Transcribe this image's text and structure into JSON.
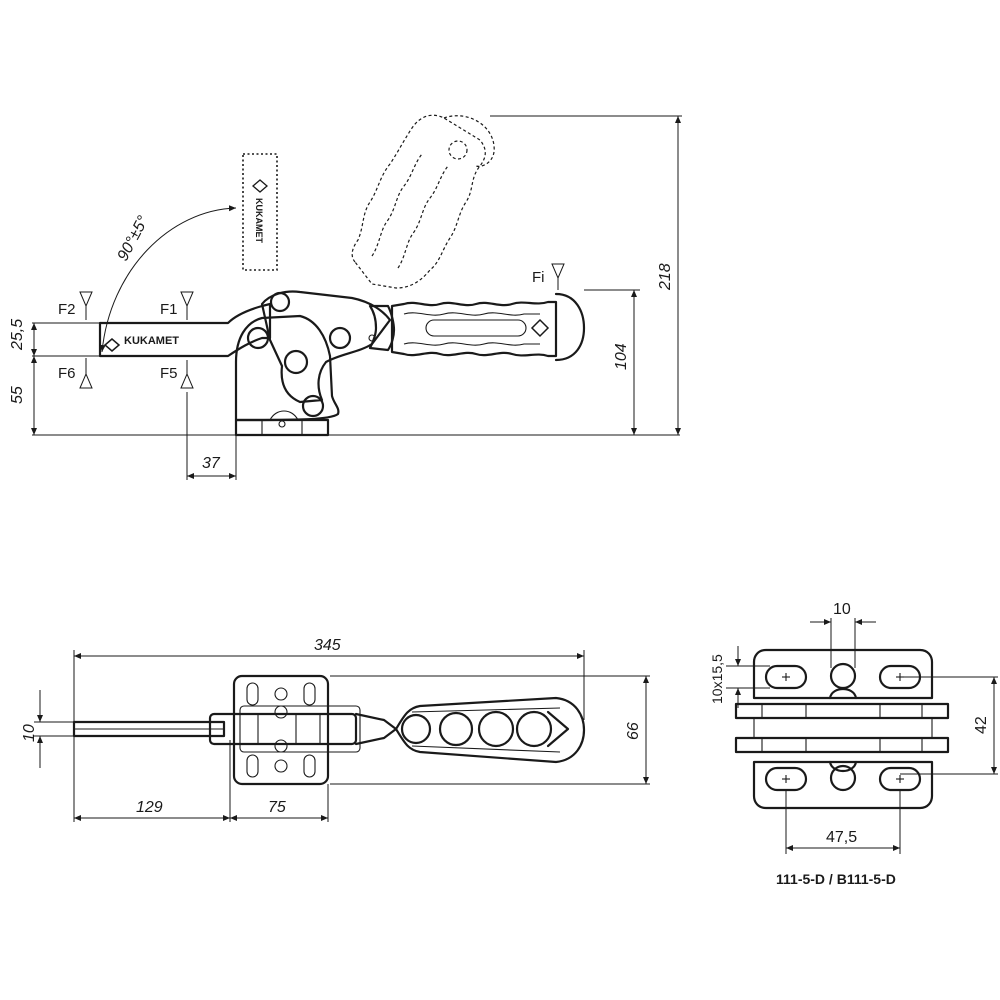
{
  "side_view": {
    "angle_label": "90°±5°",
    "brand_text": "KUKAMET",
    "force_labels": {
      "f1": "F1",
      "f2": "F2",
      "f5": "F5",
      "f6": "F6",
      "fi": "Fi"
    },
    "dimensions": {
      "arm_height": "25,5",
      "base_height": "55",
      "handle_height": "104",
      "total_height": "218",
      "offset": "37"
    }
  },
  "top_view": {
    "dimensions": {
      "total_length": "345",
      "arm_width": "10",
      "arm_length": "129",
      "base_length": "75",
      "handle_width": "66"
    }
  },
  "base_view": {
    "dimensions": {
      "gap": "10",
      "slot": "10x15,5",
      "height": "42",
      "hole_spacing": "47,5"
    },
    "model_code": "111-5-D / B111-5-D"
  }
}
